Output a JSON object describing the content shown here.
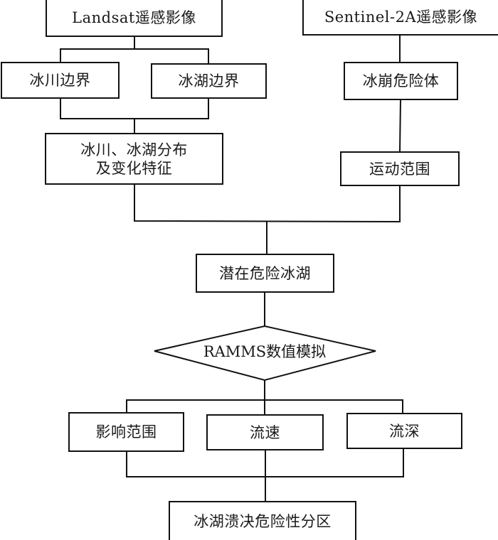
{
  "diagram": {
    "type": "flowchart",
    "nodes": {
      "landsat": "Landsat遥感影像",
      "sentinel": "Sentinel-2A遥感影像",
      "glacier_boundary": "冰川边界",
      "lake_boundary": "冰湖边界",
      "distribution": "冰川、冰湖分布\n及变化特征",
      "ice_avalanche_body": "冰崩危险体",
      "movement_range": "运动范围",
      "potential_lake": "潜在危险冰湖",
      "ramms": "RAMMS数值模拟",
      "impact_range": "影响范围",
      "flow_velocity": "流速",
      "flow_depth": "流深",
      "glof_zoning": "冰湖溃决危险性分区"
    },
    "edges": [
      [
        "landsat",
        "glacier_boundary"
      ],
      [
        "landsat",
        "lake_boundary"
      ],
      [
        "glacier_boundary",
        "distribution"
      ],
      [
        "lake_boundary",
        "distribution"
      ],
      [
        "sentinel",
        "ice_avalanche_body"
      ],
      [
        "ice_avalanche_body",
        "movement_range"
      ],
      [
        "distribution",
        "potential_lake"
      ],
      [
        "movement_range",
        "potential_lake"
      ],
      [
        "potential_lake",
        "ramms"
      ],
      [
        "ramms",
        "impact_range"
      ],
      [
        "ramms",
        "flow_velocity"
      ],
      [
        "ramms",
        "flow_depth"
      ],
      [
        "impact_range",
        "glof_zoning"
      ],
      [
        "flow_velocity",
        "glof_zoning"
      ],
      [
        "flow_depth",
        "glof_zoning"
      ]
    ]
  }
}
